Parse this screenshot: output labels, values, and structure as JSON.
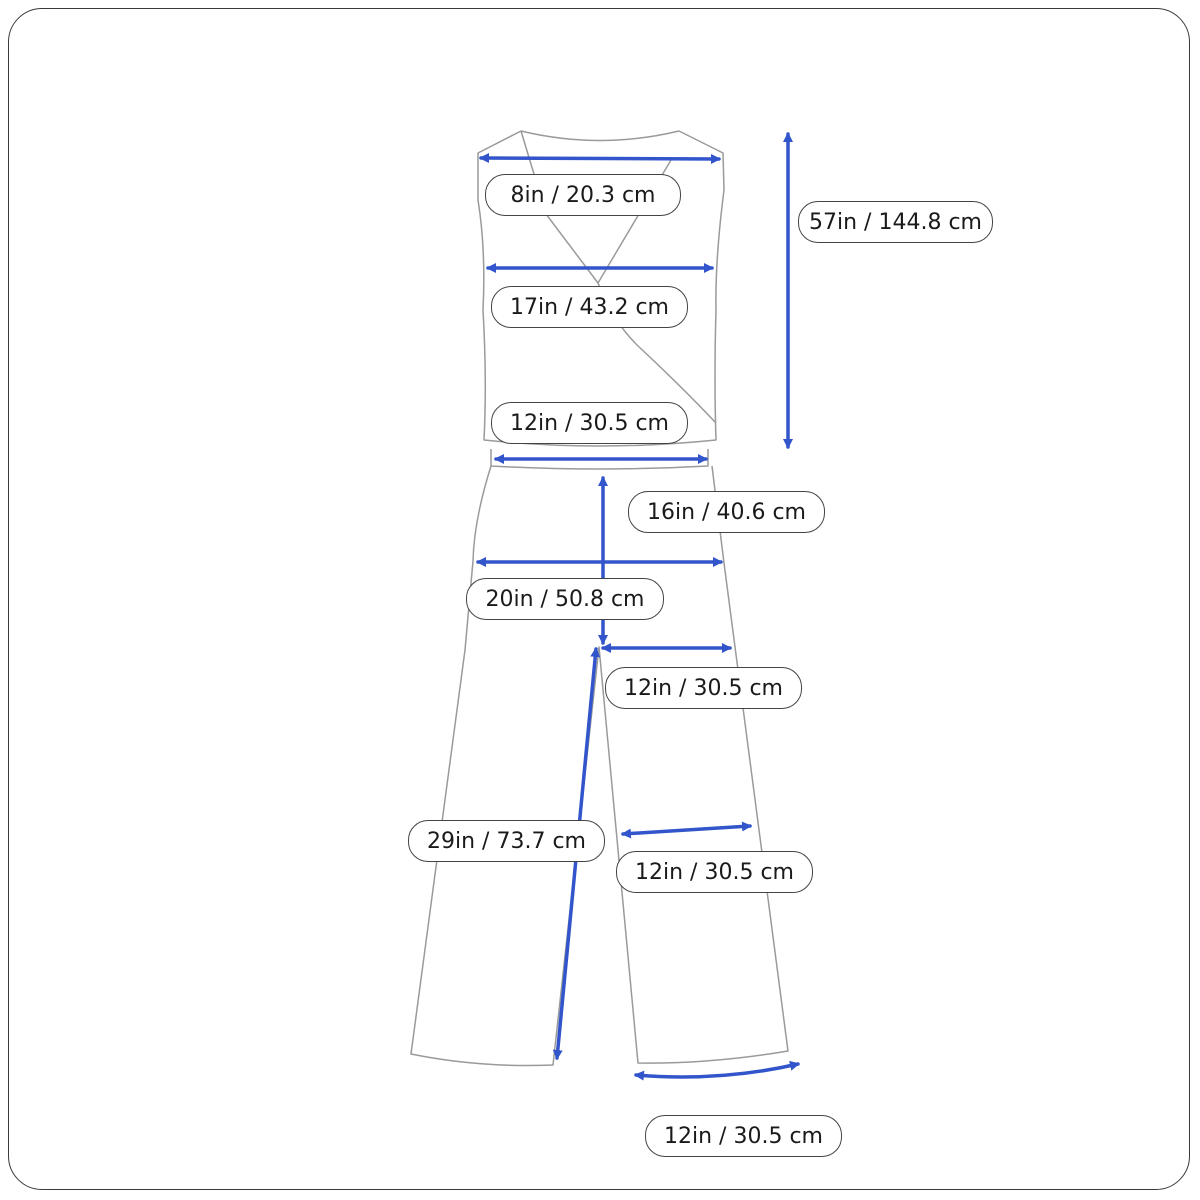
{
  "colors": {
    "arrow": "#3355cc",
    "outline": "#9a9a9a",
    "label_border": "#444444",
    "frame": "#3a3a3a"
  },
  "measurements": [
    {
      "id": "shoulder-width",
      "label": "8in / 20.3 cm"
    },
    {
      "id": "total-length",
      "label": "57in / 144.8 cm"
    },
    {
      "id": "bust-width",
      "label": "17in / 43.2 cm"
    },
    {
      "id": "waist-width",
      "label": "12in / 30.5 cm"
    },
    {
      "id": "rise",
      "label": "16in / 40.6 cm"
    },
    {
      "id": "hip-width",
      "label": "20in / 50.8 cm"
    },
    {
      "id": "thigh-width",
      "label": "12in / 30.5 cm"
    },
    {
      "id": "inseam",
      "label": "29in / 73.7 cm"
    },
    {
      "id": "knee-width",
      "label": "12in / 30.5 cm"
    },
    {
      "id": "leg-opening",
      "label": "12in / 30.5 cm"
    }
  ]
}
